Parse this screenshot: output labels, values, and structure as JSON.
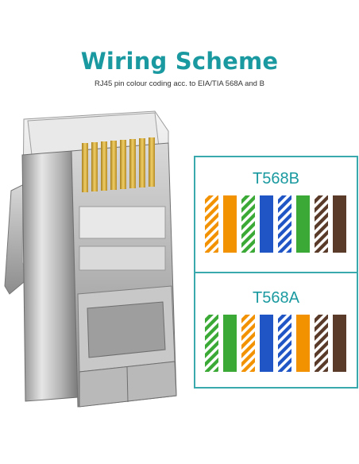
{
  "header": {
    "title": "Wiring Scheme",
    "subtitle": "RJ45 pin colour coding acc. to EIA/TIA 568A and B"
  },
  "colors": {
    "accent": "#1a9aa0",
    "orange": "#f39200",
    "green": "#3aa935",
    "blue": "#1f55c4",
    "brown": "#5a3a28"
  },
  "schemes": [
    {
      "label": "T568B",
      "wires": [
        {
          "color": "orange",
          "striped": true
        },
        {
          "color": "orange",
          "striped": false
        },
        {
          "color": "green",
          "striped": true
        },
        {
          "color": "blue",
          "striped": false
        },
        {
          "color": "blue",
          "striped": true
        },
        {
          "color": "green",
          "striped": false
        },
        {
          "color": "brown",
          "striped": true
        },
        {
          "color": "brown",
          "striped": false
        }
      ]
    },
    {
      "label": "T568A",
      "wires": [
        {
          "color": "green",
          "striped": true
        },
        {
          "color": "green",
          "striped": false
        },
        {
          "color": "orange",
          "striped": true
        },
        {
          "color": "blue",
          "striped": false
        },
        {
          "color": "blue",
          "striped": true
        },
        {
          "color": "orange",
          "striped": false
        },
        {
          "color": "brown",
          "striped": true
        },
        {
          "color": "brown",
          "striped": false
        }
      ]
    }
  ]
}
